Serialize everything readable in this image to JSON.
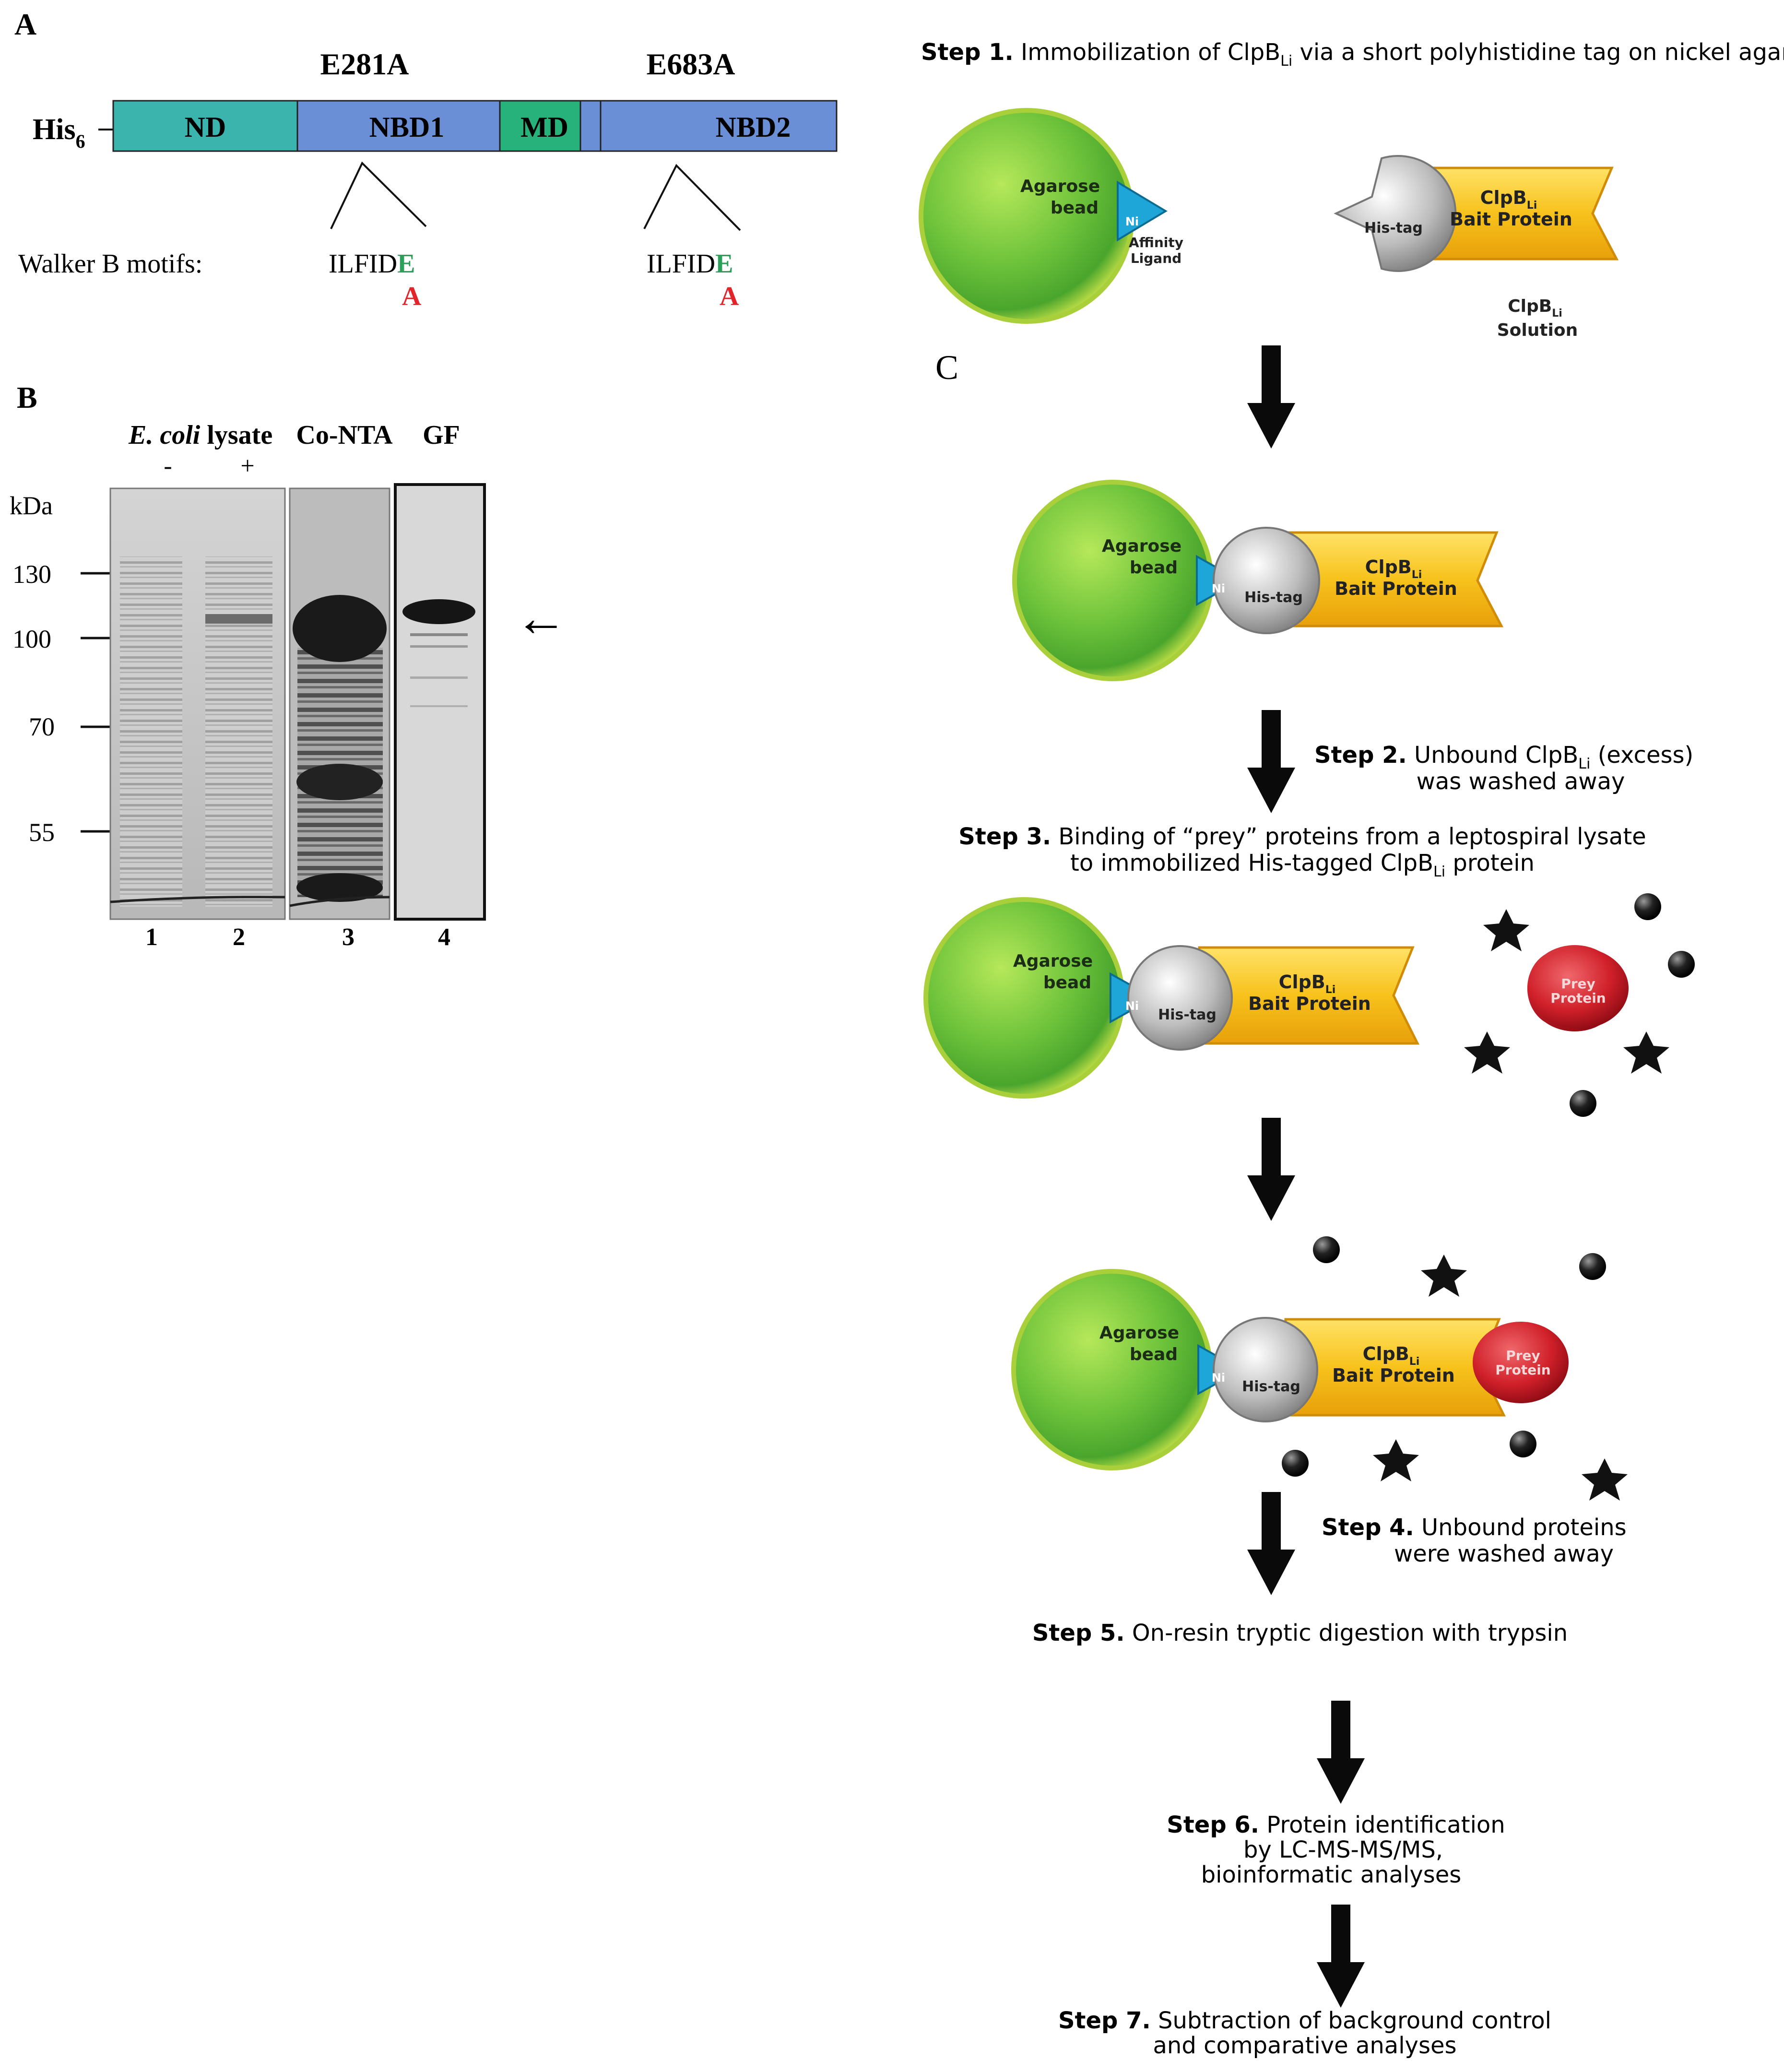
{
  "panel_labels": {
    "a": "A",
    "b": "B",
    "c": "C"
  },
  "panel_a": {
    "mutation_1": "E281A",
    "mutation_2": "E683A",
    "his_tag": "His",
    "his_sub": "6",
    "domains": [
      "ND",
      "NBD1",
      "MD",
      "NBD2"
    ],
    "walker_label": "Walker B motifs:",
    "motif_prefix": "ILFID",
    "motif_residue": "E",
    "motif_mutant": "A",
    "colors": {
      "nd": "#3bb4ae",
      "nbd": "#6a8fd6",
      "md": "#26b27a",
      "motif_e": "#2aa05a",
      "motif_a": "#e2242b"
    }
  },
  "panel_b": {
    "header_italic": "E. coli",
    "header_lysate": "lysate",
    "header_conta": "Co-NTA",
    "header_gf": "GF",
    "minus": "-",
    "plus": "+",
    "kda": "kDa",
    "markers": [
      "130",
      "100",
      "70",
      "55"
    ],
    "lanes": [
      "1",
      "2",
      "3",
      "4"
    ],
    "arrow": "←"
  },
  "panel_c": {
    "step1_bold": "Step 1.",
    "step1_text": " Immobilization of ClpB",
    "step1_sub": "Li",
    "step1_text2": " via a short polyhistidine tag on nickel agarose",
    "agarose": "Agarose",
    "bead": "bead",
    "ni": "Ni",
    "affinity": "Affinity",
    "ligand": "Ligand",
    "his_tag": "His-tag",
    "clpb": "ClpB",
    "clpb_sub": "Li",
    "bait": "Bait Protein",
    "solution": "Solution",
    "prey": "Prey",
    "protein": "Protein",
    "step2_bold": "Step 2.",
    "step2_text": " Unbound ClpB",
    "step2_sub": "Li",
    "step2_text2": " (excess)",
    "step2_line2": "was washed away",
    "step3_bold": "Step 3.",
    "step3_text": " Binding of “prey” proteins from a leptospiral lysate",
    "step3_line2a": "to immobilized His-tagged ClpB",
    "step3_sub": "Li",
    "step3_line2b": " protein",
    "step4_bold": "Step 4.",
    "step4_text": " Unbound proteins",
    "step4_line2": "were washed away",
    "step5_bold": "Step 5.",
    "step5_text": " On-resin tryptic digestion with trypsin",
    "step6_bold": "Step 6.",
    "step6_text": " Protein identification",
    "step6_line2": "by LC-MS-MS/MS,",
    "step6_line3": "bioinformatic analyses",
    "step7_bold": "Step 7.",
    "step7_text": " Subtraction of background control",
    "step7_line2": "and comparative analyses"
  }
}
